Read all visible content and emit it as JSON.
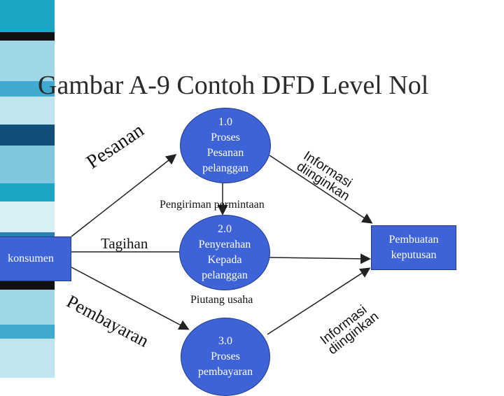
{
  "title": "Gambar A-9 Contoh DFD Level Nol",
  "stripe_colors": [
    "#1aa6c4",
    "#111111",
    "#9fd7e6",
    "#3fa9d0",
    "#bfe6ef",
    "#0f4f7a",
    "#7fc7de",
    "#1aa6c4",
    "#d8f0f5",
    "#2b7fb0"
  ],
  "colors": {
    "node_fill": "#3d63d6",
    "node_stroke": "#1f3a8a",
    "arrow": "#222222"
  },
  "nodes": {
    "p1": {
      "text": "1.0\nProses\nPesanan\npelanggan"
    },
    "p2": {
      "text": "2.0\nPenyerahan\nKepada\npelanggan"
    },
    "p3": {
      "text": "3.0\nProses\npembayaran"
    },
    "konsumen": {
      "text": "konsumen"
    },
    "keputusan": {
      "text": "Pembuatan\nkeputusan"
    }
  },
  "flows": {
    "pesanan": "Pesanan",
    "informasi_top": "Informasi\ndiinginkan",
    "pengiriman": "Pengiriman permintaan",
    "tagihan": "Tagihan",
    "piutang": "Piutang usaha",
    "pembayaran": "Pembayaran",
    "informasi_bottom": "Informasi\ndiinginkan"
  }
}
